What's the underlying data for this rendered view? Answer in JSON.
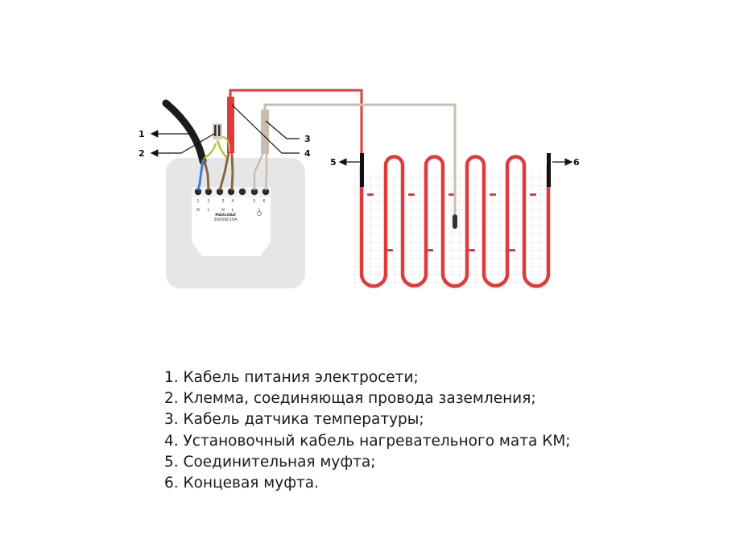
{
  "diagram": {
    "callouts": {
      "c1": "1",
      "c2": "2",
      "c3": "3",
      "c4": "4",
      "c5": "5",
      "c6": "6"
    },
    "thermostat": {
      "terminals": [
        "1",
        "2",
        "3",
        "4",
        "5",
        "6"
      ],
      "terminal_marks": [
        "N",
        "L",
        "N",
        "L"
      ],
      "brand": "MAXLOAD",
      "rating": "3600W/16A"
    },
    "colors": {
      "heating_cable": "#e03a3a",
      "power_cable": "#1c1c1c",
      "sensor_cable": "#c8beb0",
      "ground_wire": "#b5c63a",
      "neutral_wire": "#3d7fd6",
      "live_wire": "#8a6642",
      "thermostat_body": "#e6e6e6",
      "grid": "#d9d9d9"
    }
  },
  "legend": [
    "1. Кабель питания электросети;",
    "2. Клемма, соединяющая провода заземления;",
    "3. Кабель датчика температуры;",
    "4. Установочный кабель нагревательного мата КМ;",
    "5. Соединительная муфта;",
    "6. Концевая муфта."
  ]
}
